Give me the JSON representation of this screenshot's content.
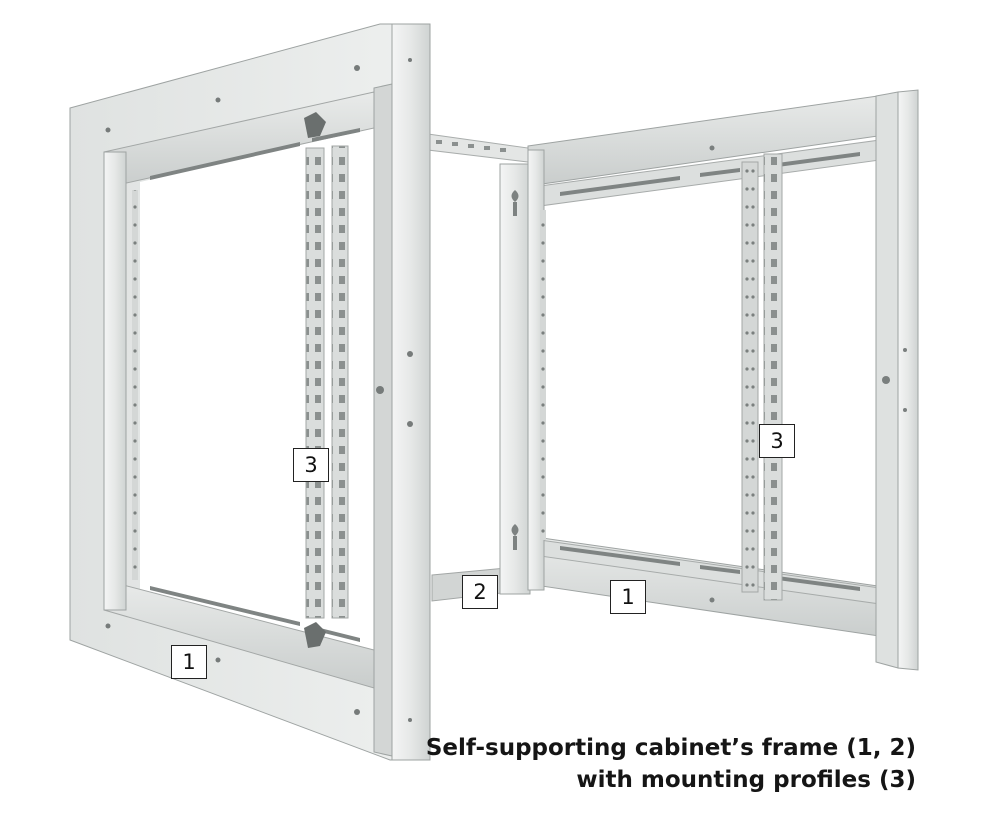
{
  "callouts": {
    "left_frame": "1",
    "left_profile": "3",
    "side_frame": "2",
    "right_frame": "1",
    "right_profile": "3"
  },
  "caption": {
    "line1": "Self-supporting cabinet’s frame (1, 2)",
    "line2": "with mounting profiles (3)"
  },
  "colors": {
    "metal_light": "#eceeed",
    "metal_mid": "#d9dcdb",
    "metal_dark": "#b8bcbb",
    "edge": "#9ea3a2",
    "hole": "#6f7473"
  }
}
